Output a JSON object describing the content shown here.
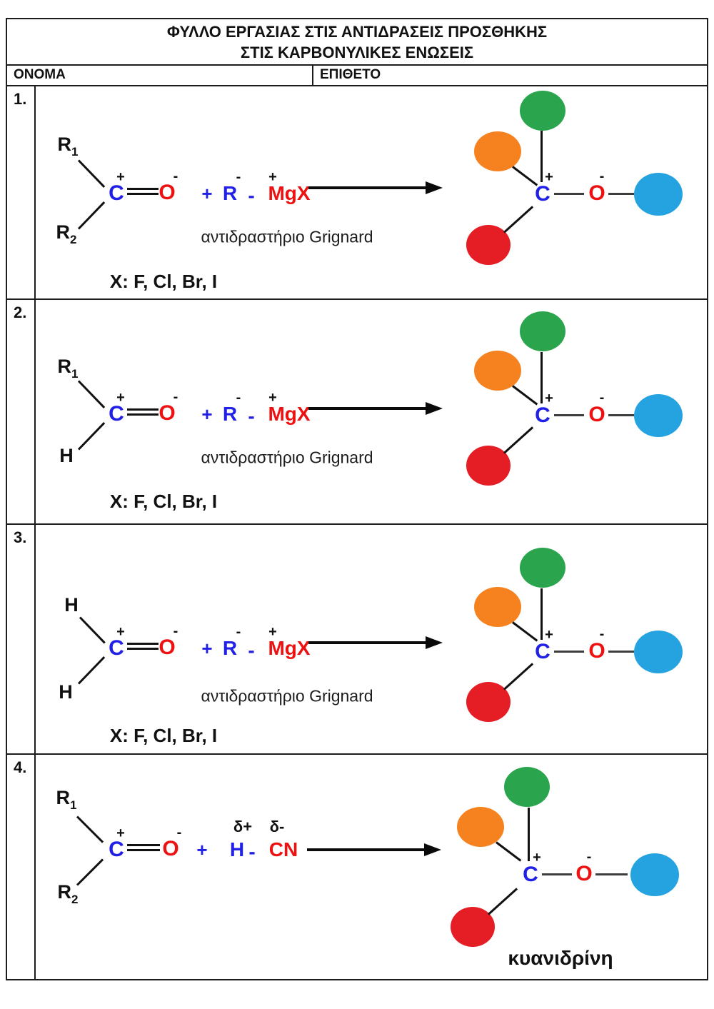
{
  "header": {
    "title_line1": "ΦΥΛΛΟ ΕΡΓΑΣΙΑΣ ΣΤΙΣ ΑΝΤΙΔΡΑΣΕΙΣ ΠΡΟΣΘΗΚΗΣ",
    "title_line2": "ΣΤΙΣ ΚΑΡΒΟΝΥΛΙΚΕΣ ΕΝΩΣΕΙΣ",
    "name_label": "ΟΝΟΜΑ",
    "surname_label": "ΕΠΙΘΕΤΟ"
  },
  "colors": {
    "carbon_blue": "#2020e6",
    "oxygen_red": "#ee1111",
    "reagent_blue": "#2020e6",
    "mgx_red": "#ee1111",
    "green_circle": "#2aa44d",
    "orange_circle": "#f6821f",
    "red_circle": "#e51d25",
    "blue_circle": "#24a3e0",
    "charge_black": "#111111"
  },
  "rows": [
    {
      "number": "1.",
      "reactant": {
        "top": {
          "label": "R",
          "sub": "1"
        },
        "bottom": {
          "label": "R",
          "sub": "2"
        },
        "carbon": "C",
        "carbon_charge": "+",
        "oxygen": "O",
        "oxygen_charge": "-"
      },
      "reagent": {
        "plus": "+",
        "part1": "R",
        "part1_charge": "-",
        "dash": "-",
        "part2": "MgX",
        "part2_charge": "+"
      },
      "reagent_note": "αντιδραστήριο Grignard",
      "halogen_note": "X: F, Cl, Br, I",
      "product": {
        "carbon": "C",
        "carbon_charge": "+",
        "oxygen": "O",
        "oxygen_charge": "-"
      }
    },
    {
      "number": "2.",
      "reactant": {
        "top": {
          "label": "R",
          "sub": "1"
        },
        "bottom": {
          "label": "H",
          "sub": ""
        },
        "carbon": "C",
        "carbon_charge": "+",
        "oxygen": "O",
        "oxygen_charge": "-"
      },
      "reagent": {
        "plus": "+",
        "part1": "R",
        "part1_charge": "-",
        "dash": "-",
        "part2": "MgX",
        "part2_charge": "+"
      },
      "reagent_note": "αντιδραστήριο Grignard",
      "halogen_note": "X: F, Cl, Br, I",
      "product": {
        "carbon": "C",
        "carbon_charge": "+",
        "oxygen": "O",
        "oxygen_charge": "-"
      }
    },
    {
      "number": "3.",
      "reactant": {
        "top": {
          "label": "H",
          "sub": ""
        },
        "bottom": {
          "label": "H",
          "sub": ""
        },
        "carbon": "C",
        "carbon_charge": "+",
        "oxygen": "O",
        "oxygen_charge": "-"
      },
      "reagent": {
        "plus": "+",
        "part1": "R",
        "part1_charge": "-",
        "dash": "-",
        "part2": "MgX",
        "part2_charge": "+"
      },
      "reagent_note": "αντιδραστήριο Grignard",
      "halogen_note": "X: F, Cl, Br, I",
      "product": {
        "carbon": "C",
        "carbon_charge": "+",
        "oxygen": "O",
        "oxygen_charge": "-"
      }
    },
    {
      "number": "4.",
      "reactant": {
        "top": {
          "label": "R",
          "sub": "1"
        },
        "bottom": {
          "label": "R",
          "sub": "2"
        },
        "carbon": "C",
        "carbon_charge": "+",
        "oxygen": "O",
        "oxygen_charge": "-"
      },
      "reagent": {
        "plus": "+",
        "part1": "H",
        "part1_delta": "δ+",
        "dash": "-",
        "part2": "CN",
        "part2_delta": "δ-"
      },
      "product_label": "κυανιδρίνη",
      "product": {
        "carbon": "C",
        "carbon_charge": "+",
        "oxygen": "O",
        "oxygen_charge": "-"
      }
    }
  ]
}
